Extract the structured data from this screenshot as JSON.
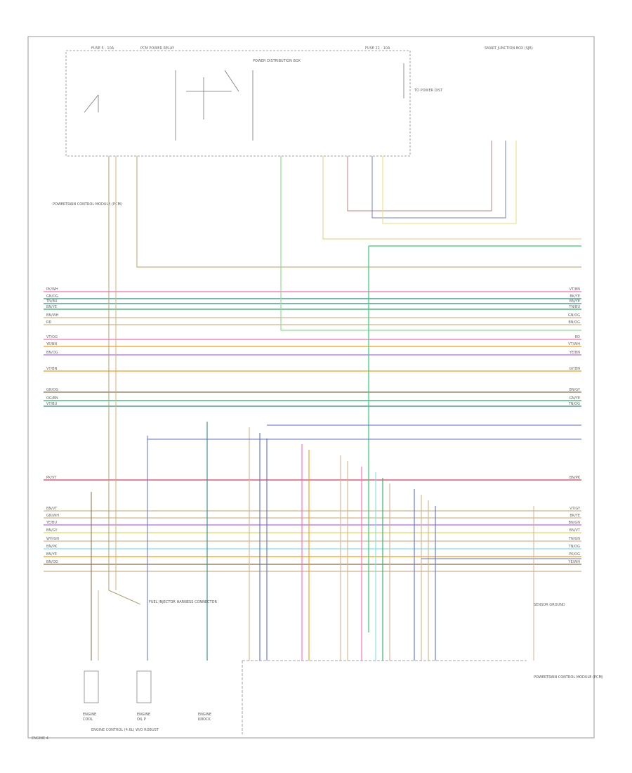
{
  "diagram": {
    "page_ref": "ENGINE 4",
    "bottom_caption": "ENGINE CONTROL (4.6L) W/O ROBUST",
    "top_blocks": {
      "fuse_left": "FUSE 5 · 10A",
      "relay": "PCM POWER RELAY",
      "fuse_right": "FUSE 22 · 10A",
      "distribution": "POWER DISTRIBUTION BOX",
      "smart_junction": "SMART JUNCTION BOX (SJB)",
      "note": "TO POWER DIST"
    },
    "left_module_label": "POWERTRAIN CONTROL MODULE (PCM)",
    "pcm_bottom_label": "POWERTRAIN CONTROL MODULE (PCM)",
    "injector_note": "FUEL INJECTOR HARNESS CONNECTOR",
    "sensor_labels": [
      "ENGINE",
      "ENGINE",
      "ENGINE"
    ],
    "sensor_subs": [
      "COOL",
      "OIL P",
      "KNOCK"
    ],
    "sensor_d": "SENSOR GROUND",
    "wire_colors": {
      "pink": "#ff69b4",
      "teal": "#2e8b80",
      "green": "#27ae60",
      "tan": "#d2b48c",
      "orange": "#f39c12",
      "blue": "#5b6fd6",
      "violet": "#b36bd8",
      "yellow": "#e6d85a",
      "cyan": "#7fe0e0",
      "gray": "#9a9a9a",
      "red": "#e03a5a",
      "brown": "#8b6d4c"
    },
    "wire_tags": {
      "left": [
        "PK/WH",
        "GN/OG",
        "TN/BU",
        "BN/YE",
        "BN/WH",
        "RD",
        "VT/OG",
        "YE/BN",
        "BN/OG",
        "VT/BN",
        "GN/OG",
        "OG/BN",
        "VT/BU",
        "PK/VT",
        "BN/VT",
        "GN/WH",
        "YE/BU",
        "BN/GY",
        "WH/GN",
        "BN/PK",
        "BN/YE",
        "BN/OG"
      ],
      "right": [
        "VT/BN",
        "BK/YE",
        "BN/YE",
        "TN/BU",
        "GN/OG",
        "BN/OG",
        "RD",
        "VT/WH",
        "YE/BN",
        "GY/BN",
        "BN/GY",
        "GN/YE",
        "TN/OG",
        "BN/PK",
        "VT/GY",
        "BK/YE",
        "BN/GN",
        "BN/VT",
        "TN/GN",
        "TN/OG",
        "PK/OG",
        "YE/WH"
      ]
    }
  }
}
